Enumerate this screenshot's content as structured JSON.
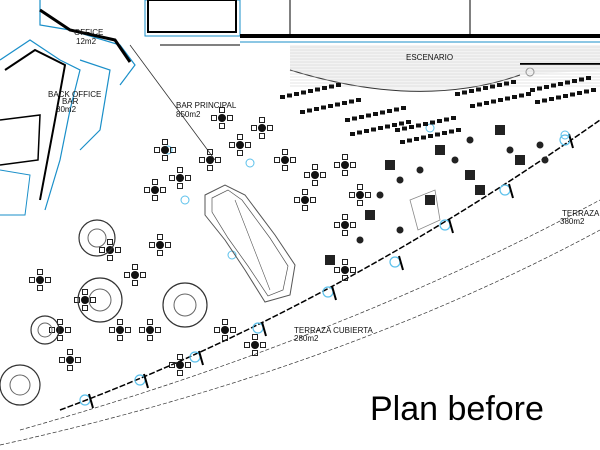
{
  "rooms": {
    "office": {
      "name": "OFFICE",
      "area": "12m2"
    },
    "back_office": {
      "name": "BACK OFFICE",
      "sub": "BAR",
      "area": "80m2"
    },
    "bar_principal": {
      "name": "BAR PRINCIPAL",
      "area": "850m2"
    },
    "escenario": {
      "name": "ESCENARIO"
    },
    "terraza_cubierta": {
      "name": "TERRAZA CUBIERTA",
      "area": "280m2"
    },
    "terraza_des": {
      "name": "TERRAZA DES",
      "area": "380m2"
    }
  },
  "caption": "Plan before",
  "colors": {
    "wall": "#000000",
    "outline": "#1a8fc9",
    "line": "#333333"
  }
}
